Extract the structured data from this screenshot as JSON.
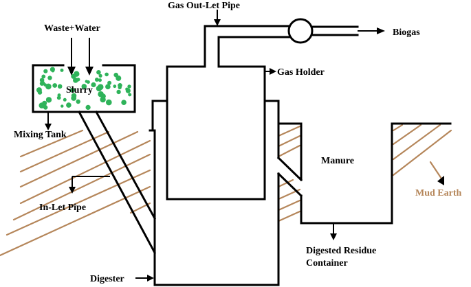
{
  "labels": {
    "waste_water": "Waste+Water",
    "slurry": "Slurry",
    "mixing_tank": "Mixing Tank",
    "inlet_pipe": "In-Let Pipe",
    "digester": "Digester",
    "gas_outlet_pipe": "Gas Out-Let Pipe",
    "biogas": "Biogas",
    "gas_holder": "Gas Holder",
    "manure": "Manure",
    "mud_earth": "Mud Earth",
    "digested_residue_line1": "Digested Residue",
    "digested_residue_line2": "Container"
  },
  "colors": {
    "outline": "#000000",
    "slurry": "#2fb35a",
    "earth": "#b5865a",
    "background": "#ffffff"
  }
}
